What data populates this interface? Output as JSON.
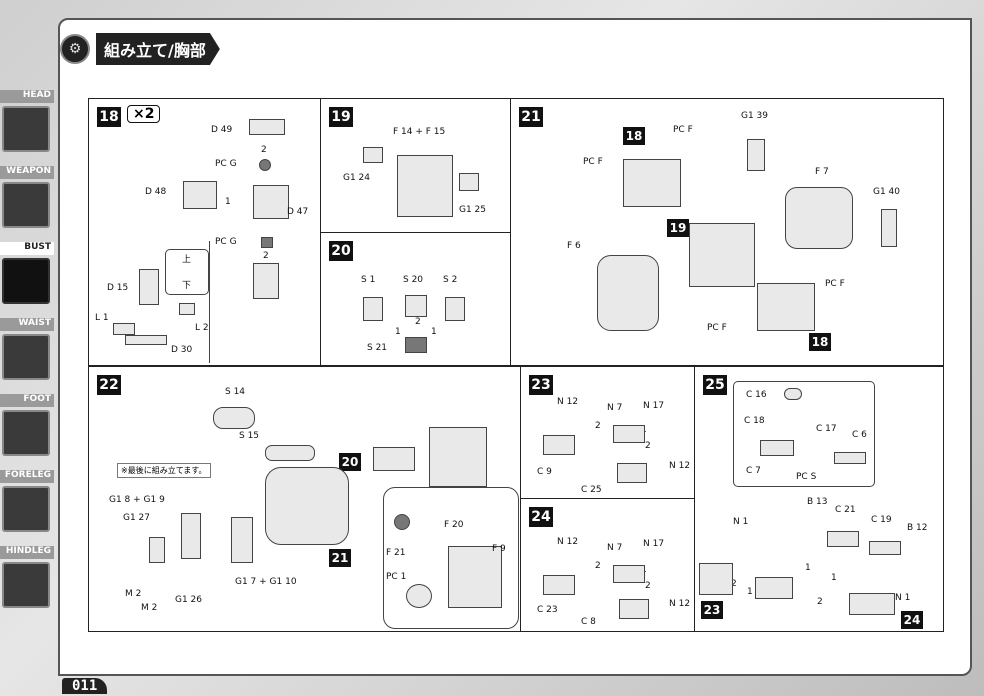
{
  "header": {
    "title": "組み立て/胸部"
  },
  "sidebar": {
    "items": [
      {
        "label": "HEAD",
        "active": false
      },
      {
        "label": "WEAPON",
        "active": false
      },
      {
        "label": "BUST",
        "active": true
      },
      {
        "label": "WAIST",
        "active": false
      },
      {
        "label": "FOOT",
        "active": false
      },
      {
        "label": "FORELEG",
        "active": false
      },
      {
        "label": "HINDLEG",
        "active": false
      }
    ]
  },
  "page_number": "011",
  "steps": {
    "s18": {
      "number": "18",
      "multiplier": "×2",
      "labels": [
        "D 49",
        "PC G",
        "D 48",
        "D 47",
        "PC G",
        "D 15",
        "L 1",
        "L 2",
        "D 30",
        "上",
        "下"
      ],
      "step_marks": [
        "2",
        "1",
        "2"
      ]
    },
    "s19": {
      "number": "19",
      "labels": [
        "F 14 + F 15",
        "G1 24",
        "G1 25"
      ]
    },
    "s20": {
      "number": "20",
      "labels": [
        "S 1",
        "S 20",
        "S 2",
        "S 21"
      ],
      "step_marks": [
        "1",
        "2",
        "1"
      ]
    },
    "s21": {
      "number": "21",
      "labels": [
        "PC F",
        "G1 39",
        "PC F",
        "F 7",
        "G1 40",
        "F 6",
        "PC F",
        "PC F"
      ],
      "sub_refs": [
        "18",
        "19",
        "18"
      ]
    },
    "s22": {
      "number": "22",
      "labels": [
        "S 14",
        "S 15",
        "G1 8 + G1 9",
        "G1 27",
        "M 2",
        "M 2",
        "G1 26",
        "G1 7 + G1 10",
        "F 20",
        "F 21",
        "PC 1",
        "F 9"
      ],
      "note": "※最後に組み立てます。",
      "sub_refs": [
        "20",
        "21"
      ]
    },
    "s23": {
      "number": "23",
      "labels": [
        "N 12",
        "N 7",
        "N 17",
        "C 9",
        "C 25",
        "N 12"
      ],
      "step_marks": [
        "2",
        "1",
        "2"
      ]
    },
    "s24": {
      "number": "24",
      "labels": [
        "N 12",
        "N 7",
        "N 17",
        "C 23",
        "C 8",
        "N 12"
      ],
      "step_marks": [
        "2",
        "1",
        "2"
      ]
    },
    "s25": {
      "number": "25",
      "labels": [
        "C 16",
        "C 18",
        "C 17",
        "C 6",
        "C 7",
        "PC S",
        "N 1",
        "B 13",
        "C 21",
        "C 19",
        "B 12",
        "N 1"
      ],
      "step_marks": [
        "1",
        "2",
        "1",
        "2",
        "1"
      ],
      "sub_refs": [
        "23",
        "24"
      ]
    }
  },
  "colors": {
    "frame": "#555555",
    "badge": "#111111",
    "nav_active": "#ffffff",
    "nav_inactive": "#9a9a9a"
  }
}
